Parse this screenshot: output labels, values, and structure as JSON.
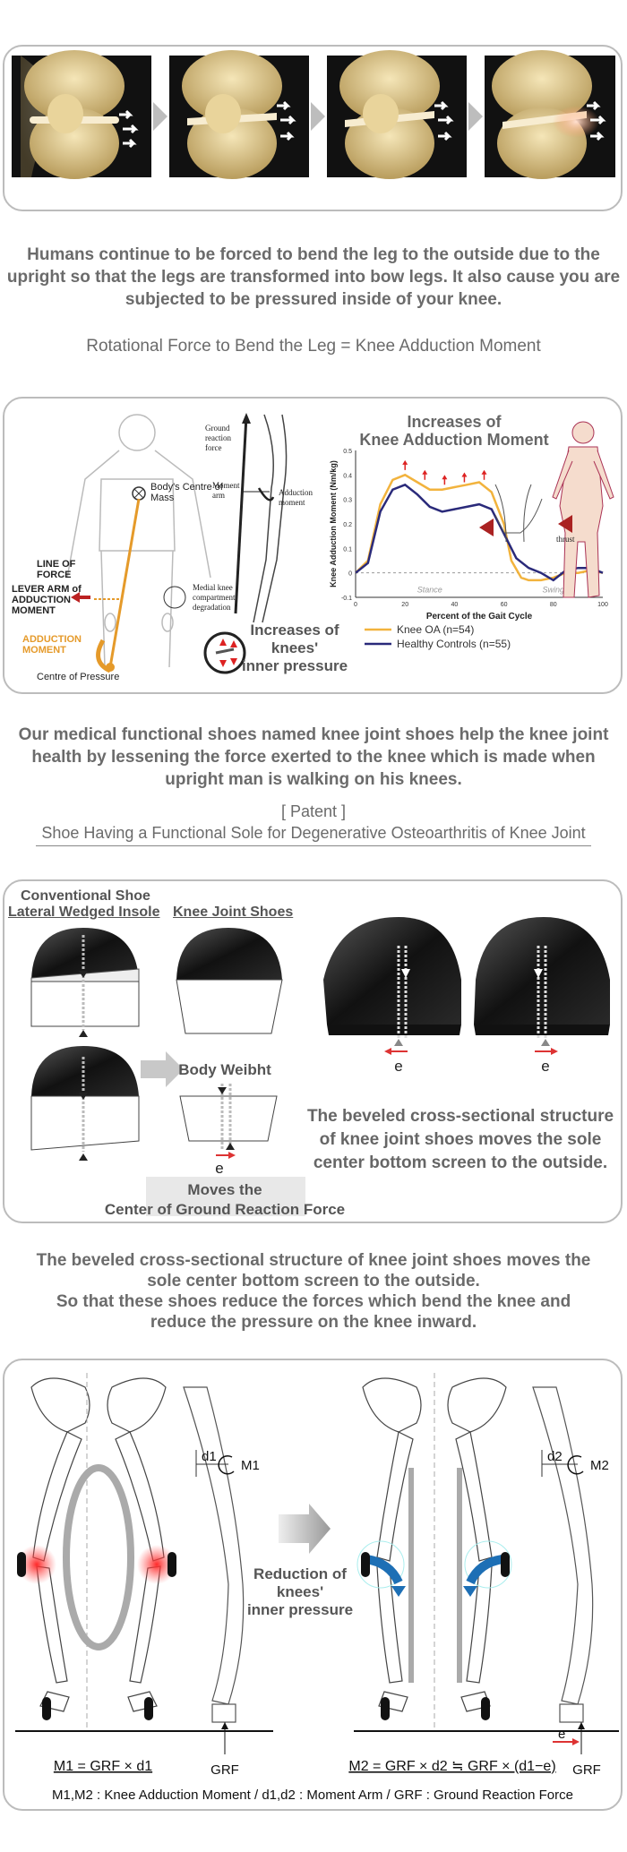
{
  "intro": {
    "paragraph": "Humans continue to be forced to bend the leg to the outside due to the upright so that the legs are transformed into bow legs. It also cause you are subjected to be pressured inside of your knee.",
    "subtitle": "Rotational Force to Bend the Leg = Knee Adduction Moment"
  },
  "diagram1": {
    "ground_reaction_force": [
      "Ground",
      "reaction",
      "force"
    ],
    "moment_arm": [
      "Moment",
      "arm"
    ],
    "adduction_moment": [
      "Adduction",
      "moment"
    ],
    "body_centre": [
      "Body's Centre of",
      "Mass"
    ],
    "line_of_force": [
      "LINE OF",
      "FORCE"
    ],
    "lever_arm": [
      "LEVER ARM of",
      "ADDUCTION",
      "MOMENT"
    ],
    "adduction_moment_caps": [
      "ADDUCTION",
      "MOMENT"
    ],
    "centre_of_pressure": "Centre of Pressure",
    "medial_knee": [
      "Medial knee",
      "compartment",
      "degradation"
    ],
    "increases_pressure": [
      "Increases of",
      "knees'",
      "inner pressure"
    ],
    "chart_heading": [
      "Increases of",
      "Knee Adduction Moment"
    ],
    "thrust": "thrust"
  },
  "chart_data": {
    "type": "line",
    "title": "Increases of Knee Adduction Moment",
    "xlabel": "Percent of the Gait Cycle",
    "ylabel": "Knee Adduction Moment (Nm/kg)",
    "xlim": [
      0,
      100
    ],
    "ylim": [
      -0.1,
      0.5
    ],
    "xticks": [
      0,
      20,
      40,
      60,
      80,
      100
    ],
    "yticks": [
      -0.1,
      0,
      0.1,
      0.2,
      0.3,
      0.4,
      0.5
    ],
    "phase_labels": [
      "Stance",
      "Swing"
    ],
    "legend_position": "bottom",
    "series": [
      {
        "name": "Knee OA (n=54)",
        "color": "#f2b33d",
        "x": [
          0,
          5,
          10,
          15,
          20,
          25,
          30,
          35,
          40,
          45,
          50,
          55,
          60,
          63,
          67,
          70,
          75,
          80,
          85,
          90,
          95,
          100
        ],
        "y": [
          0.0,
          0.05,
          0.28,
          0.38,
          0.4,
          0.37,
          0.34,
          0.34,
          0.35,
          0.36,
          0.37,
          0.33,
          0.2,
          0.05,
          -0.02,
          -0.03,
          -0.03,
          -0.02,
          0.0,
          0.0,
          0.01,
          0.0
        ]
      },
      {
        "name": "Healthy Controls (n=55)",
        "color": "#2a2a7a",
        "x": [
          0,
          5,
          10,
          15,
          20,
          25,
          30,
          35,
          40,
          45,
          50,
          55,
          60,
          65,
          70,
          75,
          80,
          85,
          90,
          95,
          100
        ],
        "y": [
          0.0,
          0.04,
          0.25,
          0.34,
          0.36,
          0.32,
          0.27,
          0.25,
          0.26,
          0.27,
          0.28,
          0.26,
          0.16,
          0.06,
          0.02,
          0.0,
          -0.03,
          0.01,
          0.02,
          0.02,
          0.0
        ]
      }
    ]
  },
  "mid": {
    "paragraph": "Our medical functional shoes named knee joint shoes help the knee joint health by lessening the force exerted to the knee which is made when upright man is walking on his knees.",
    "patent_label": "[ Patent ]",
    "patent_title": "Shoe Having a Functional Sole for Degenerative Osteoarthritis of Knee Joint"
  },
  "shoes": {
    "conventional_title": [
      "Conventional Shoe",
      "Lateral Wedged Insole"
    ],
    "kneejoint_title": "Knee Joint Shoes",
    "body_weight": "Body Weibht",
    "e": "e",
    "moves_caption": [
      "Moves the",
      "Center of Ground Reaction Force"
    ],
    "structure_caption": "The beveled cross-sectional structure of knee joint shoes moves the sole center bottom screen to the outside."
  },
  "summary": {
    "lines": [
      "The beveled cross-sectional structure of knee joint shoes moves the",
      "sole center bottom screen to the outside.",
      "So that these shoes reduce the forces which bend the knee and",
      "reduce the pressure on the knee inward."
    ]
  },
  "legs": {
    "d1": "d1",
    "m1": "M1",
    "d2": "d2",
    "m2": "M2",
    "reduction": [
      "Reduction of",
      "knees'",
      "inner pressure"
    ],
    "formula1": "M1 = GRF × d1",
    "formula2": "M2 = GRF × d2 ≒ GRF × (d1−e)",
    "grf": "GRF",
    "e": "e",
    "footer": "M1,M2 : Knee Adduction Moment / d1,d2 : Moment Arm / GRF : Ground Reaction Force"
  }
}
